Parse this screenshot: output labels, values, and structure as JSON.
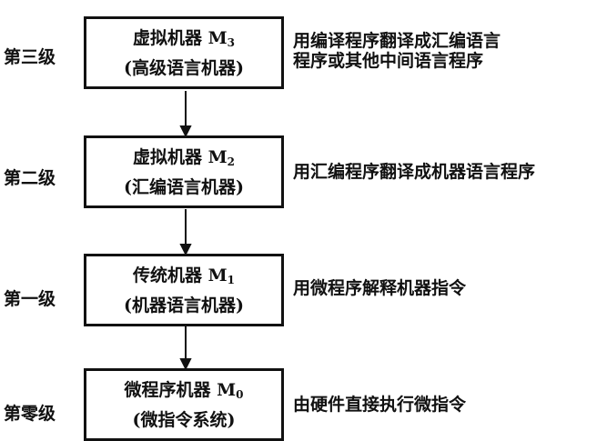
{
  "levels": [
    {
      "level_label": "第三级",
      "machine_name": "虚拟机器",
      "machine_symbol": "M",
      "machine_subscript": "3",
      "machine_type": "(高级语言机器)",
      "description_lines": [
        "用编译程序翻译成汇编语言",
        "程序或其他中间语言程序"
      ]
    },
    {
      "level_label": "第二级",
      "machine_name": "虚拟机器",
      "machine_symbol": "M",
      "machine_subscript": "2",
      "machine_type": "(汇编语言机器)",
      "description_lines": [
        "用汇编程序翻译成机器语言程序"
      ]
    },
    {
      "level_label": "第一级",
      "machine_name": "传统机器",
      "machine_symbol": "M",
      "machine_subscript": "1",
      "machine_type": "(机器语言机器)",
      "description_lines": [
        "用微程序解释机器指令"
      ]
    },
    {
      "level_label": "第零级",
      "machine_name": "微程序机器",
      "machine_symbol": "M",
      "machine_subscript": "0",
      "machine_type": "(微指令系统)",
      "description_lines": [
        "由硬件直接执行微指令"
      ]
    }
  ]
}
